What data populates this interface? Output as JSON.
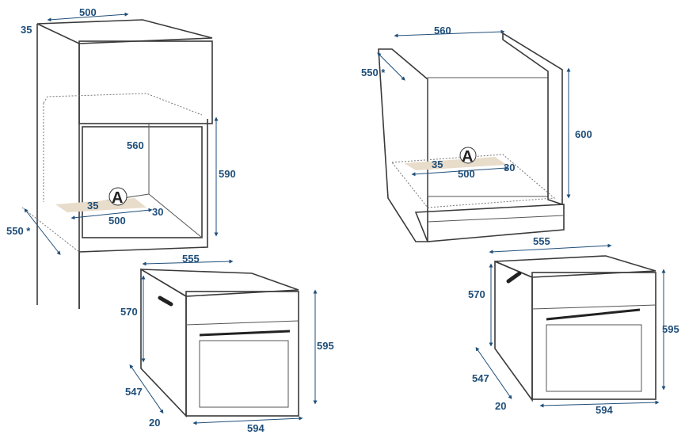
{
  "colors": {
    "dimension": "#1f4e79",
    "outline": "#3a3a3a",
    "panel_fill": "#e6e6e6",
    "vent": "#e8dccb"
  },
  "left_installation": {
    "labels": {
      "top_width": "500",
      "top_depth": "35",
      "inner_depth": "560",
      "opening_height": "590",
      "cabinet_depth": "550 *",
      "vent_depth": "35",
      "vent_width": "500",
      "vent_offset": "30",
      "vent_marker": "A"
    },
    "oven": {
      "width_top": "555",
      "height_side": "570",
      "height_front": "595",
      "depth": "547",
      "door": "20",
      "width_front": "594"
    }
  },
  "right_installation": {
    "labels": {
      "inner_width": "560",
      "cabinet_depth": "550 *",
      "opening_height": "600",
      "vent_depth": "35",
      "vent_width": "500",
      "vent_offset": "30",
      "vent_marker": "A"
    },
    "oven": {
      "width_top": "555",
      "height_side": "570",
      "height_front": "595",
      "depth": "547",
      "door": "20",
      "width_front": "594"
    }
  }
}
